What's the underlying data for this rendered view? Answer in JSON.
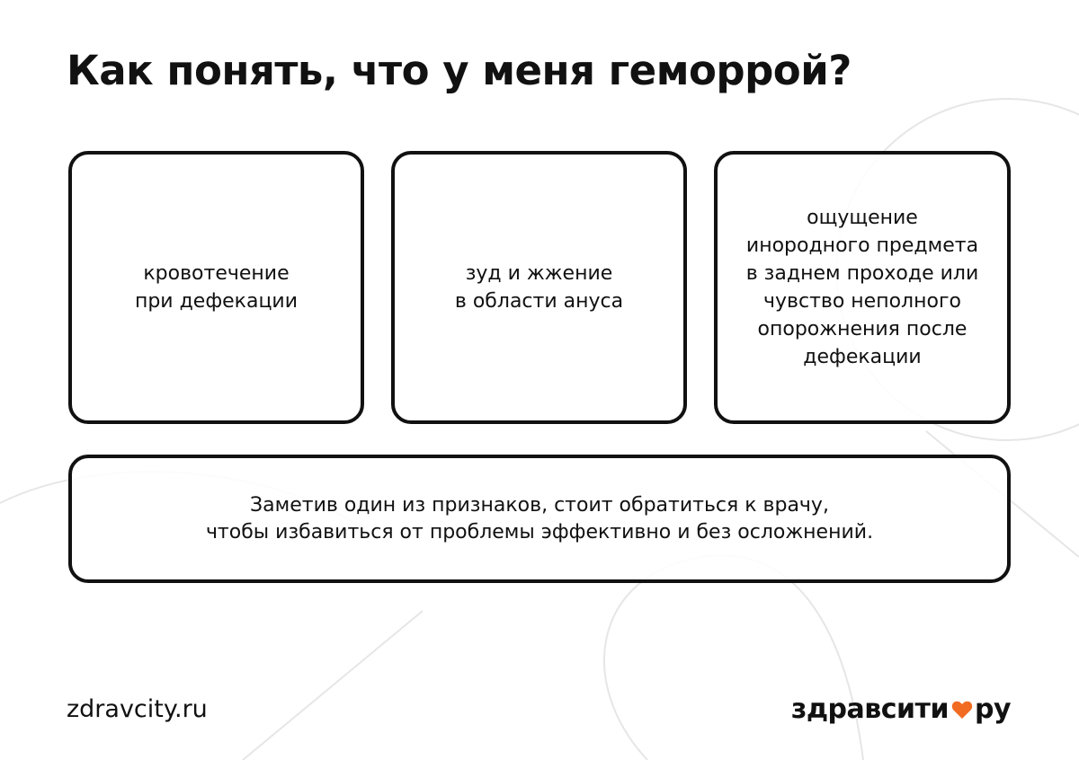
{
  "title": "Как понять, что у меня геморрой?",
  "cards": [
    {
      "text": "кровотечение\nпри дефекации"
    },
    {
      "text": "зуд и жжение\nв области ануса"
    },
    {
      "text": "ощущение\nинородного предмета\nв заднем проходе или\nчувство неполного\nопорожнения после\nдефекации"
    }
  ],
  "note": {
    "text": "Заметив один из признаков, стоит обратиться к врачу,\nчтобы избавиться от проблемы эффективно и без осложнений."
  },
  "footer": {
    "url": "zdravcity.ru",
    "logo_left": "здравсити",
    "logo_right": "ру",
    "logo_icon": "heart-icon",
    "accent_color": "#f26b22"
  }
}
